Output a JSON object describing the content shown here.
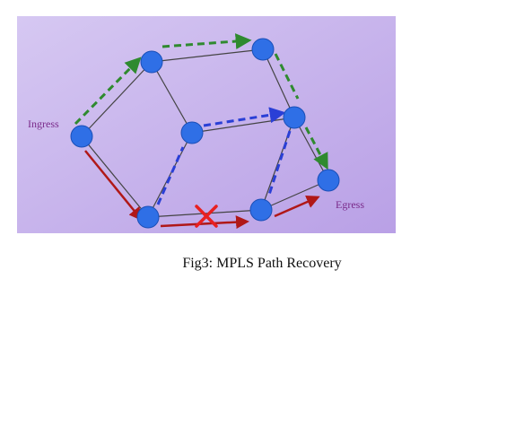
{
  "figure": {
    "caption": "Fig3: MPLS Path Recovery",
    "labels": {
      "ingress": "Ingress",
      "egress": "Egress"
    },
    "colors": {
      "background_left": "#d6c8f2",
      "background_right": "#b9a0e6",
      "node_fill": "#2f6fe6",
      "node_stroke": "#1a4fb8",
      "link": "#444444",
      "primary_path": "#2f8a2f",
      "backup_path": "#2a3fd6",
      "failure_path": "#b01818",
      "failure_mark": "#e82020",
      "label_text": "#7a2a8a"
    },
    "nodes": [
      "ingress",
      "top-left",
      "top-right",
      "center",
      "right",
      "bottom-left",
      "bottom-right",
      "egress"
    ],
    "paths": [
      "primary-path",
      "backup-path",
      "failed-path"
    ],
    "failure": "link-failure-mark"
  }
}
